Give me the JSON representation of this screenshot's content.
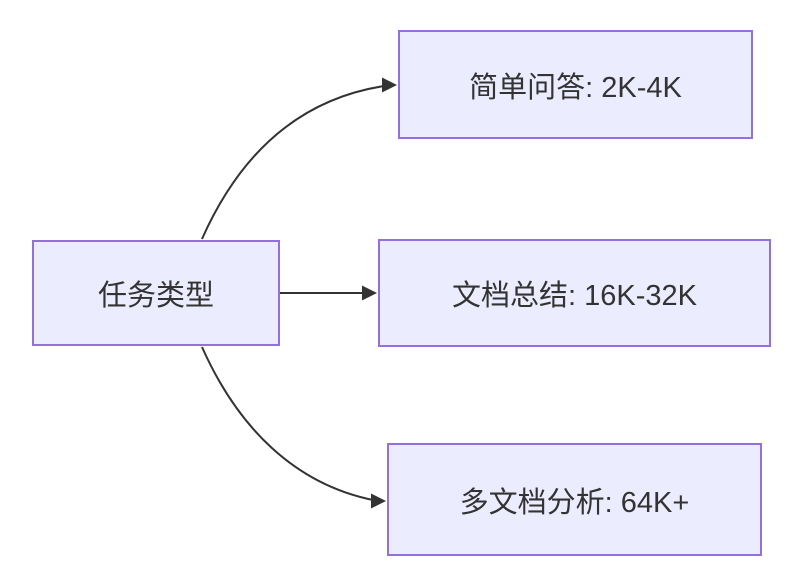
{
  "diagram": {
    "type": "flowchart-LR",
    "root": {
      "label": "任务类型"
    },
    "branches": [
      {
        "label": "简单问答: 2K-4K"
      },
      {
        "label": "文档总结: 16K-32K"
      },
      {
        "label": "多文档分析: 64K+"
      }
    ],
    "colors": {
      "background": "#FFFFFF",
      "node_fill": "#ECECFF",
      "node_border": "#9370DB",
      "node_text": "#333333",
      "edge": "#333333"
    }
  }
}
